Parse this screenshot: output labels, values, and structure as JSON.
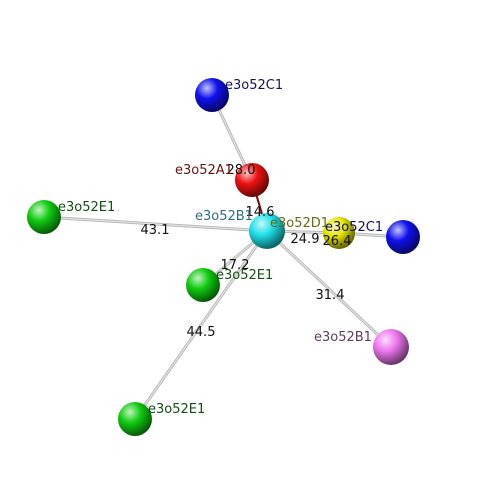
{
  "colors": {
    "background": "#ffffff",
    "bond": "#b8b8b8",
    "central_bond": "#8b0000"
  },
  "atoms": [
    {
      "id": "center",
      "label": "e3o52B1",
      "color": "#1fe0e8",
      "label_color": "#2f6f7f"
    },
    {
      "id": "red",
      "label": "e3o52A1",
      "color": "#ee1111",
      "label_color": "#6b1010"
    },
    {
      "id": "blue-top",
      "label": "e3o52C1",
      "color": "#1010ee",
      "label_color": "#101060"
    },
    {
      "id": "yellow",
      "label": "e3o52D1",
      "color": "#e6e600",
      "label_color": "#6a6a10"
    },
    {
      "id": "blue-right",
      "label": "e3o52C1",
      "color": "#1010ee",
      "label_color": "#101060"
    },
    {
      "id": "green-left",
      "label": "e3o52E1",
      "color": "#11cc11",
      "label_color": "#105010"
    },
    {
      "id": "green-mid",
      "label": "e3o52E1",
      "color": "#11cc11",
      "label_color": "#105010"
    },
    {
      "id": "green-bottom",
      "label": "e3o52E1",
      "color": "#11cc11",
      "label_color": "#105010"
    },
    {
      "id": "pink",
      "label": "e3o52B1",
      "color": "#ee77ee",
      "label_color": "#5f3f5f"
    }
  ],
  "bonds": [
    {
      "from": "red",
      "to": "blue-top",
      "label": "28.0"
    },
    {
      "from": "center",
      "to": "red",
      "label": "14.6"
    },
    {
      "from": "center",
      "to": "green-left",
      "label": "43.1"
    },
    {
      "from": "center",
      "to": "yellow",
      "label": "24.9"
    },
    {
      "from": "yellow",
      "to": "blue-right",
      "label": "26.4"
    },
    {
      "from": "center",
      "to": "green-mid",
      "label": "17.2"
    },
    {
      "from": "center",
      "to": "green-bottom",
      "label": "44.5"
    },
    {
      "from": "center",
      "to": "pink",
      "label": "31.4"
    }
  ]
}
